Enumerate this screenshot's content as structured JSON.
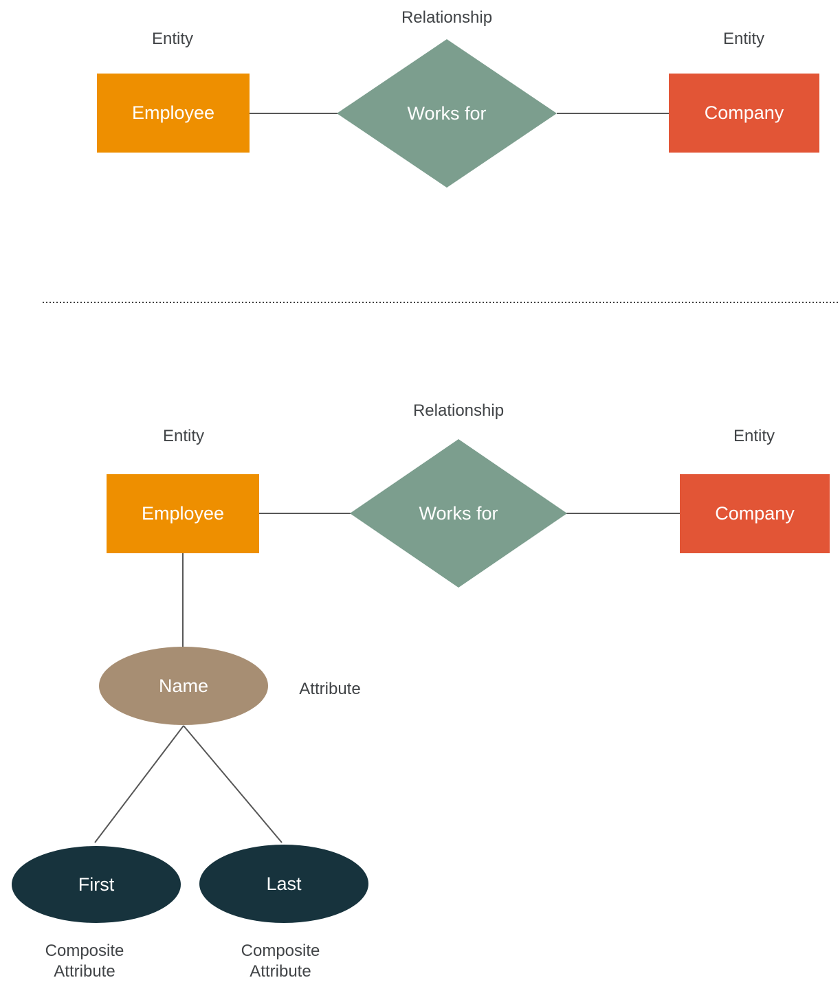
{
  "colors": {
    "entity_fill": "#EE8F00",
    "entity_alt_fill": "#E25536",
    "relationship_fill": "#7C9E8E",
    "attribute_fill": "#A78E73",
    "composite_attribute_fill": "#17333D",
    "connector_line": "#575757",
    "label_text": "#414447",
    "shape_text": "#FFFFFF"
  },
  "top_diagram": {
    "relationship_label": "Relationship",
    "left_entity_label": "Entity",
    "right_entity_label": "Entity",
    "employee_text": "Employee",
    "relationship_text": "Works for",
    "company_text": "Company"
  },
  "bottom_diagram": {
    "relationship_label": "Relationship",
    "left_entity_label": "Entity",
    "right_entity_label": "Entity",
    "employee_text": "Employee",
    "relationship_text": "Works for",
    "company_text": "Company",
    "name_text": "Name",
    "attribute_label": "Attribute",
    "first_text": "First",
    "last_text": "Last",
    "first_composite_label": "Composite\nAttribute",
    "last_composite_label": "Composite\nAttribute"
  }
}
